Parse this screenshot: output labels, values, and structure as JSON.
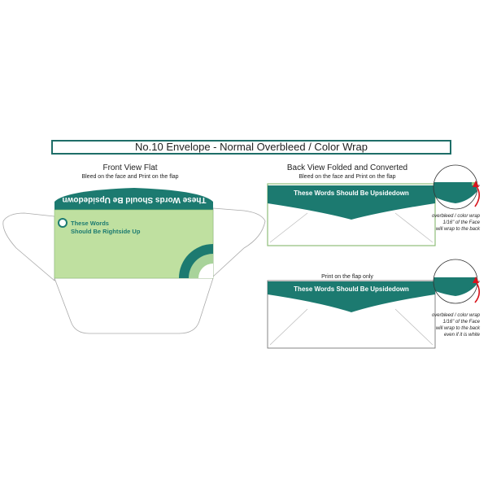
{
  "title": "No.10 Envelope - Normal Overbleed / Color Wrap",
  "colors": {
    "teal": "#1c7a70",
    "light_green": "#bfe0a0",
    "pale_green": "#a8d39a",
    "border": "#1e6e68"
  },
  "front": {
    "heading": "Front View Flat",
    "subheading": "Bleed on the face and Print on the flap",
    "flap_text": "These Words Should Be Upsidedown",
    "face_text_line1": "These Words",
    "face_text_line2": "Should Be Rightside Up"
  },
  "back_top": {
    "heading": "Back View Folded and Converted",
    "subheading": "Bleed on the face and Print on the flap",
    "flap_text": "These Words Should Be Upsidedown",
    "note": [
      "overbleed / color wrap",
      "1/16\" of the Face",
      "will wrap to the back"
    ]
  },
  "back_bottom": {
    "subheading": "Print on the flap only",
    "flap_text": "These Words Should Be Upsidedown",
    "note": [
      "overbleed / color wrap",
      "1/16\" of the Face",
      "will wrap to the back",
      "even if it is white"
    ]
  }
}
